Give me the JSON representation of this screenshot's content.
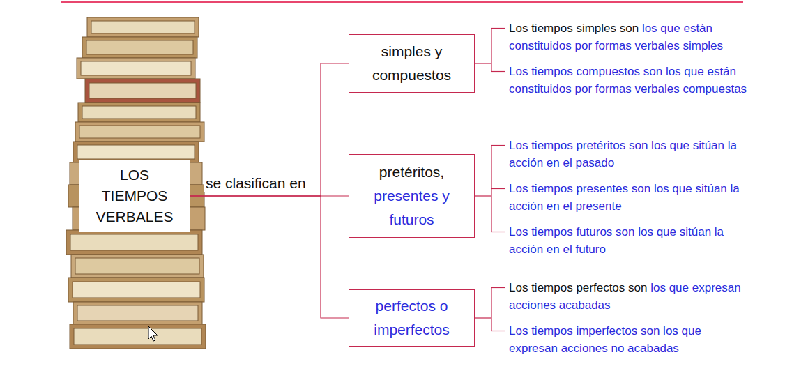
{
  "diagram": {
    "nodes": [
      {
        "text": [
          "LOS TIEMPOS VERBALES"
        ]
      },
      {
        "text": [
          "simples y compuestos"
        ]
      },
      {
        "text": [
          "pretéritos,",
          "presentes y futuros"
        ]
      },
      {
        "text": [
          "perfectos o imperfectos"
        ]
      }
    ],
    "edges": [
      {
        "from": 0,
        "to": 1,
        "arrow": "none"
      },
      {
        "from": 0,
        "to": 2,
        "label": "se clasifican en",
        "arrow": "none"
      },
      {
        "from": 0,
        "to": 3,
        "arrow": "none"
      }
    ],
    "labels": [
      "Los tiempos simples son",
      "los que están constituidos por formas verbales simples",
      "Los tiempos compuestos son los que están constituidos por formas verbales compuestas",
      "Los tiempos pretéritos son los que sitúan la acción en el pasado",
      "Los tiempos presentes son los que sitúan la acción en el presente",
      "Los tiempos futuros son los que sitúan la acción en el futuro",
      "Los tiempos perfectos son",
      "los que expresan acciones acabadas",
      "Los tiempos imperfectos son los que expresan acciones no acabadas"
    ]
  }
}
